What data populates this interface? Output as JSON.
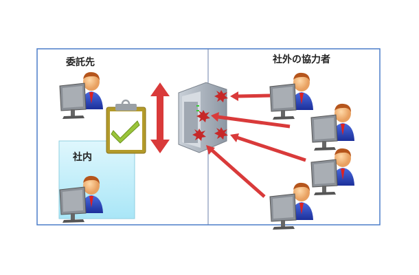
{
  "labels": {
    "contractor": "委託先",
    "internal": "社内",
    "external_partners": "社外の協力者"
  },
  "colors": {
    "frame": "#4a7cc9",
    "internal_box": "#bfeefb",
    "arrow": "#d93a3a",
    "check": "#9ac43a"
  }
}
